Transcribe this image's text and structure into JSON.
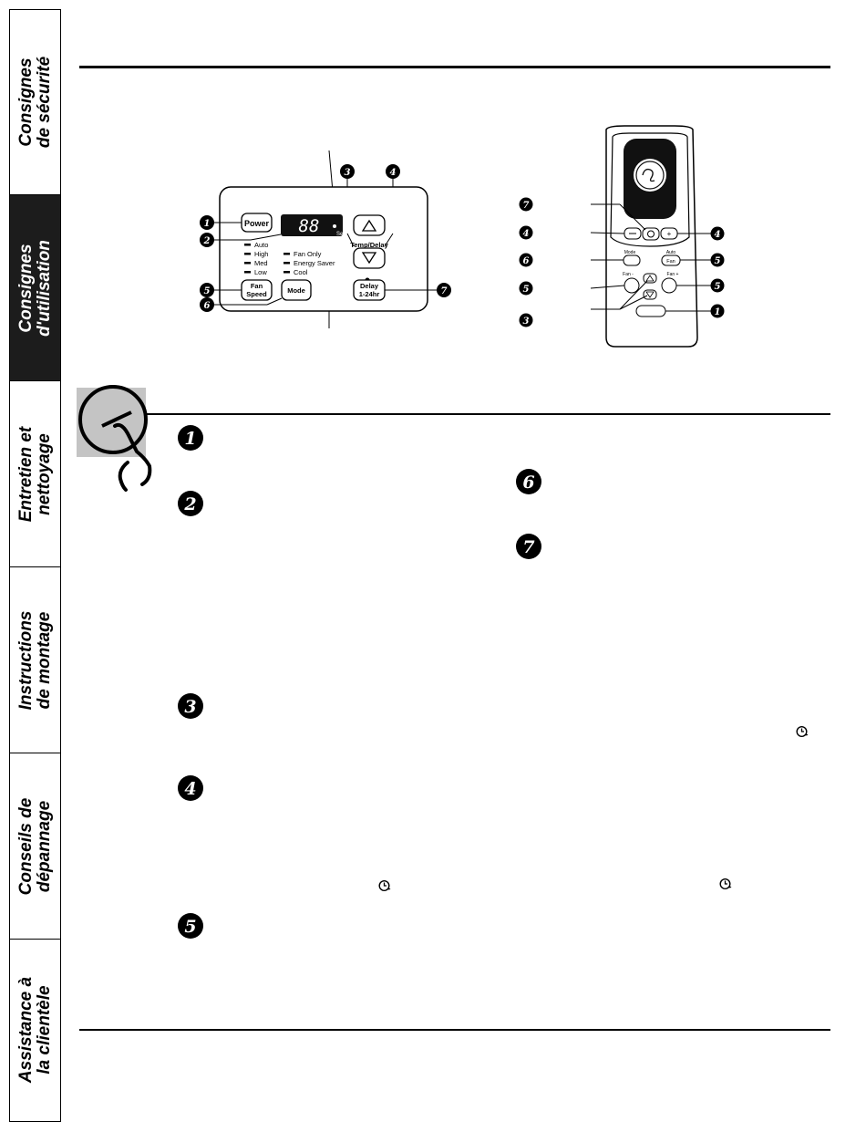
{
  "sidebar": {
    "tabs": [
      {
        "line1": "Consignes",
        "line2": "de sécurité",
        "active": false
      },
      {
        "line1": "Consignes",
        "line2": "d'utilisation",
        "active": true
      },
      {
        "line1": "Entretien et",
        "line2": "nettoyage",
        "active": false
      },
      {
        "line1": "Instructions",
        "line2": "de montage",
        "active": false
      },
      {
        "line1": "Conseils de",
        "line2": "dépannage",
        "active": false
      },
      {
        "line1": "Assistance à",
        "line2": "la clientèle",
        "active": false
      }
    ]
  },
  "control_panel": {
    "power": "Power",
    "display": "88",
    "set": "Set",
    "temp_delay": "Temp/Delay",
    "speeds": [
      "Auto",
      "High",
      "Med",
      "Low"
    ],
    "modes": [
      "Fan Only",
      "Energy Saver",
      "Cool"
    ],
    "fan_speed": [
      "Fan",
      "Speed"
    ],
    "mode": "Mode",
    "delay": [
      "Delay",
      "1-24hr"
    ]
  },
  "remote": {
    "mode": "Mode",
    "auto_fan": [
      "Auto",
      "Fan"
    ],
    "fan_minus": "Fan -",
    "fan_plus": "Fan +"
  },
  "callouts": {
    "panel": [
      "1",
      "2",
      "3",
      "4",
      "5",
      "6",
      "7"
    ],
    "remote_left": [
      "7",
      "4",
      "6",
      "5",
      "3"
    ],
    "remote_right": [
      "4",
      "5",
      "5",
      "1"
    ]
  },
  "sections": [
    "1",
    "2",
    "3",
    "4",
    "5",
    "6",
    "7"
  ],
  "icons": [
    "timer-icon",
    "touch-hand-icon"
  ]
}
